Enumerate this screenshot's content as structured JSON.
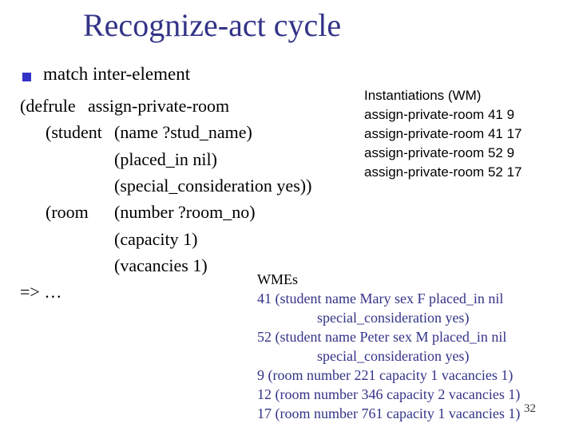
{
  "slide": {
    "title": "Recognize-act cycle",
    "bullet_text": "match inter-element",
    "page_number": "32"
  },
  "rule": {
    "l1a": "(defrule",
    "l1b": "assign-private-room",
    "l2a": "(student",
    "l2b": "(name ?stud_name)",
    "l3b": "(placed_in nil)",
    "l4b": "(special_consideration yes))",
    "l5a": "(room",
    "l5b": "(number ?room_no)",
    "l6b": "(capacity 1)",
    "l7b": "(vacancies 1)",
    "l8a": "=> …"
  },
  "instantiations": {
    "header": "Instantiations (WM)",
    "items": [
      "assign-private-room 41 9",
      "assign-private-room 41 17",
      "assign-private-room 52 9",
      "assign-private-room 52 17"
    ]
  },
  "wmes": {
    "header": "WMEs",
    "lines": [
      "41 (student name Mary sex F placed_in nil",
      "special_consideration yes)",
      "52 (student name Peter sex M placed_in nil",
      "special_consideration yes)",
      "9 (room number 221 capacity 1 vacancies 1)",
      "12 (room number 346 capacity 2 vacancies 1)",
      "17 (room number 761 capacity 1 vacancies 1)"
    ]
  },
  "colors": {
    "background": "#ffffff",
    "title_navy": "#333388",
    "bullet_blue": "#3232C8",
    "body_text": "#000000",
    "wme_navy": "#333388"
  }
}
